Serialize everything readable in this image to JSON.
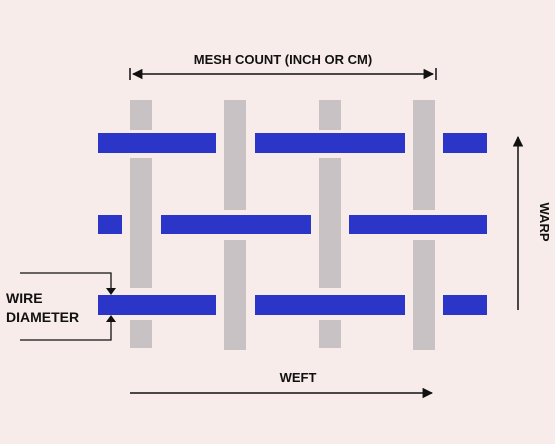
{
  "labels": {
    "mesh_count": "MESH COUNT  (INCH OR CM)",
    "warp": "WARP",
    "weft": "WEFT",
    "wire": "WIRE",
    "diameter": "DIAMETER"
  },
  "colors": {
    "background": "#f7ecea",
    "weft_wire": "#2b35c7",
    "warp_wire": "#c8c2c4",
    "line": "#111111"
  }
}
